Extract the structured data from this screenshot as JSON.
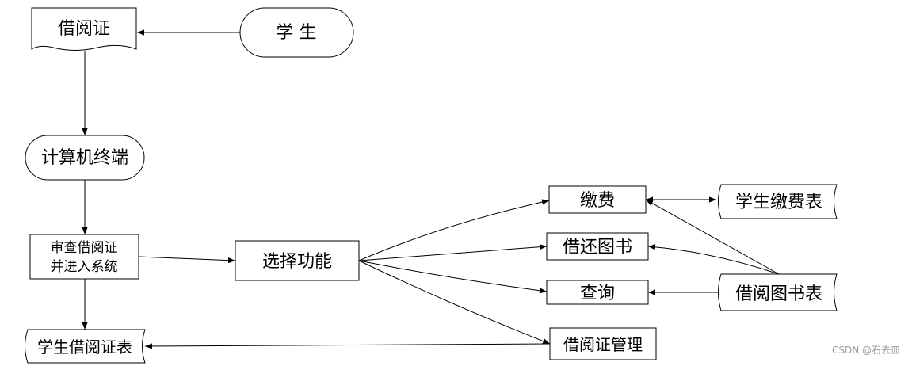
{
  "nodes": {
    "library_card": "借阅证",
    "student": "学 生",
    "terminal": "计算机终端",
    "verify_line1": "审查借阅证",
    "verify_line2": "并进入系统",
    "select": "选择功能",
    "pay": "缴费",
    "borrow_return": "借还图书",
    "query": "查询",
    "card_manage": "借阅证管理",
    "payment_table": "学生缴费表",
    "borrow_table": "借阅图书表",
    "student_card_table": "学生借阅证表"
  },
  "watermark": "CSDN @石去皿",
  "colors": {
    "stroke": "#000000",
    "watermark": "#9a9a9a"
  }
}
